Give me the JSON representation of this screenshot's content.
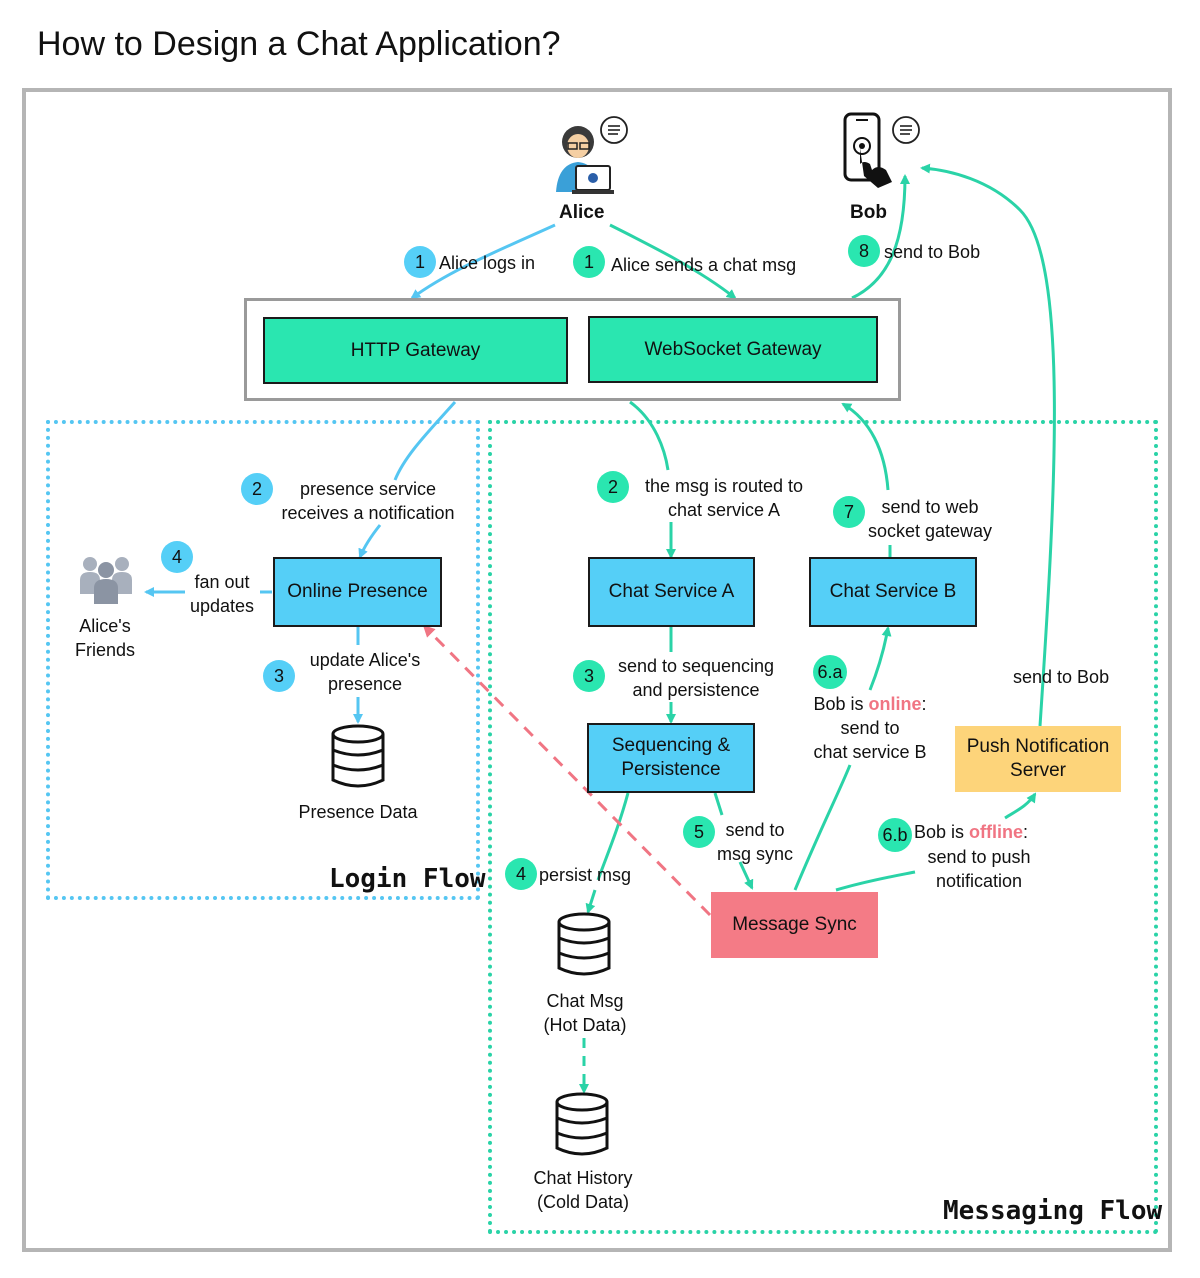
{
  "title": "How to Design a Chat Application?",
  "actors": {
    "alice": "Alice",
    "bob": "Bob"
  },
  "gateways": {
    "http": "HTTP Gateway",
    "websocket": "WebSocket Gateway"
  },
  "services": {
    "online_presence": "Online Presence",
    "chat_a": "Chat Service A",
    "chat_b": "Chat Service B",
    "seq_line1": "Sequencing &",
    "seq_line2": "Persistence",
    "message_sync": "Message Sync",
    "push_line1": "Push Notification",
    "push_line2": "Server"
  },
  "stores": {
    "presence": "Presence Data",
    "chat_msg_1": "Chat Msg",
    "chat_msg_2": "(Hot Data)",
    "history_1": "Chat History",
    "history_2": "(Cold Data)"
  },
  "friends": {
    "line1": "Alice's",
    "line2": "Friends"
  },
  "steps": {
    "s1a_num": "1",
    "s1a": "Alice logs in",
    "s1b_num": "1",
    "s1b": "Alice sends a chat msg",
    "s8_num": "8",
    "s8": "send to Bob",
    "s2a_num": "2",
    "s2a_l1": "presence service",
    "s2a_l2": "receives a notification",
    "s2b_num": "2",
    "s2b_l1": "the msg is routed to",
    "s2b_l2": "chat service A",
    "s7_num": "7",
    "s7_l1": "send to web",
    "s7_l2": "socket gateway",
    "s4a_num": "4",
    "s4a_l1": "fan out",
    "s4a_l2": "updates",
    "s3a_num": "3",
    "s3a_l1": "update Alice's",
    "s3a_l2": "presence",
    "s3b_num": "3",
    "s3b_l1": "send to sequencing",
    "s3b_l2": "and persistence",
    "s6a_num": "6.a",
    "s6a_pre": "Bob is ",
    "s6a_hot": "online",
    "s6a_post": ":",
    "s6a_l2": "send to",
    "s6a_l3": "chat service B",
    "s_push_bob": "send to Bob",
    "s5_num": "5",
    "s5_l1": "send to",
    "s5_l2": "msg sync",
    "s6b_num": "6.b",
    "s6b_pre": "Bob is ",
    "s6b_hot": "offline",
    "s6b_post": ":",
    "s6b_l2": "send to push",
    "s6b_l3": "notification",
    "s4b_num": "4",
    "s4b": "persist msg"
  },
  "flows": {
    "login": "Login Flow",
    "messaging": "Messaging Flow"
  },
  "colors": {
    "green": "#2ae6b0",
    "blue": "#55cff7",
    "pink": "#f47b86",
    "yellow": "#fdd47a",
    "hot_text": "#f07583",
    "frame": "#b5b5b5"
  },
  "icons": {
    "alice": "woman-laptop-icon",
    "bob": "phone-touch-icon",
    "friends": "group-users-icon",
    "database": "database-icon"
  }
}
